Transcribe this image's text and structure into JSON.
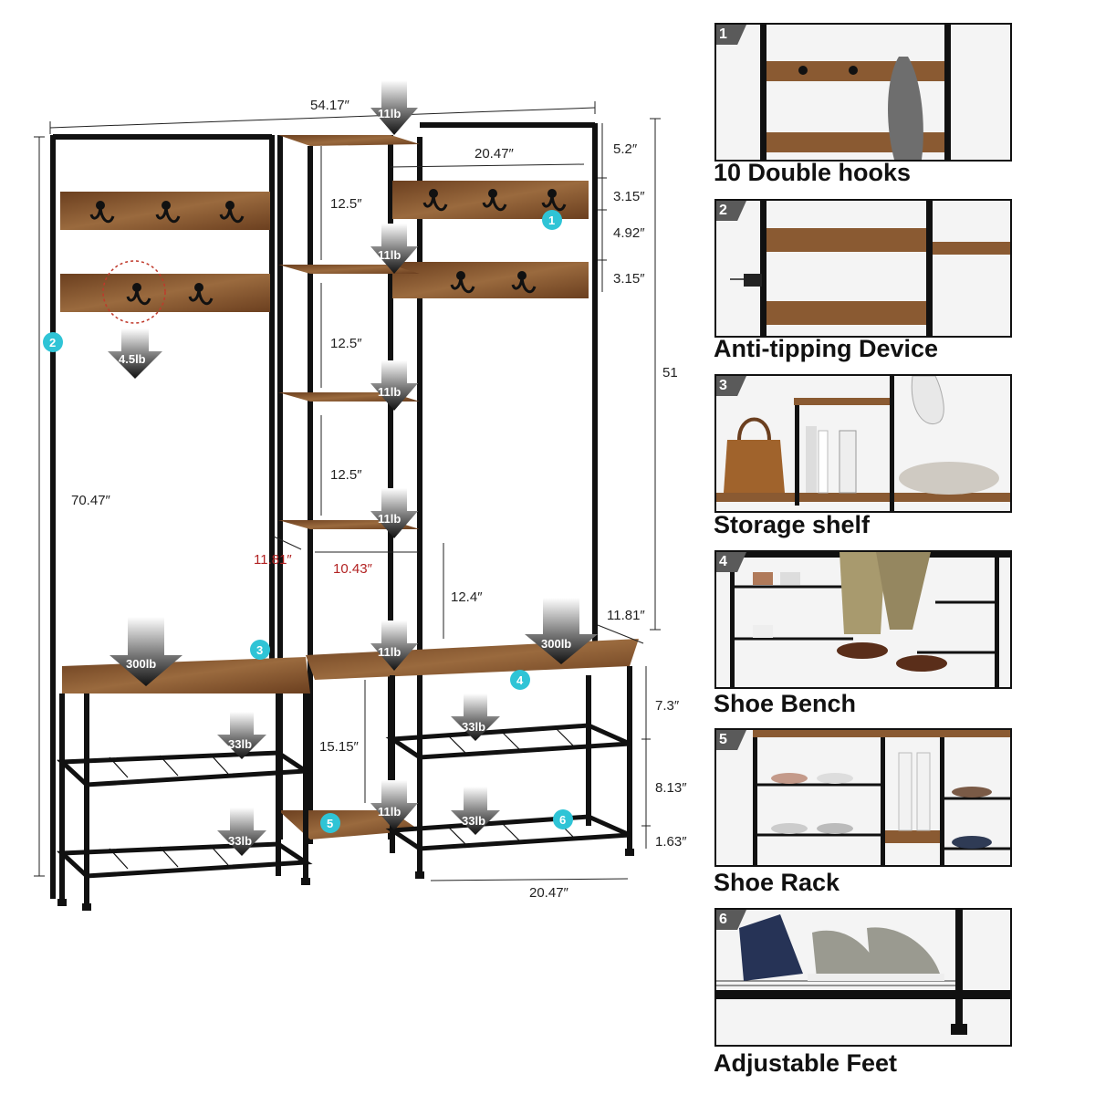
{
  "dimensions": {
    "total_width": "54.17″",
    "total_height": "70.47″",
    "right_height": "51",
    "top_gap": "5.2″",
    "hook_rail_1": "3.15″",
    "rail_gap": "4.92″",
    "hook_rail_2": "3.15″",
    "right_width_top": "20.47″",
    "right_width_bottom": "20.47″",
    "shelf_gap_1": "12.5″",
    "shelf_gap_2": "12.5″",
    "shelf_gap_3": "12.5″",
    "shelf_gap_4": "12.4″",
    "shelf_gap_5": "15.15″",
    "shelf_depth": "11.81″",
    "shelf_width": "10.43″",
    "bench_depth": "11.81″",
    "rack_h1": "7.3″",
    "rack_h2": "8.13″",
    "rack_h3": "1.63″"
  },
  "loads": {
    "shelf_top": "11lb",
    "shelf_2": "11lb",
    "shelf_3": "11lb",
    "shelf_4": "11lb",
    "shelf_5": "11lb",
    "shelf_bottom": "11lb",
    "hook": "4.5lb",
    "bench_left": "300lb",
    "bench_right": "300lb",
    "rack_left_1": "33lb",
    "rack_left_2": "33lb",
    "rack_right_1": "33lb",
    "rack_right_2": "33lb"
  },
  "badges": [
    "1",
    "2",
    "3",
    "4",
    "5",
    "6"
  ],
  "features": [
    {
      "num": "1",
      "caption": "10 Double hooks"
    },
    {
      "num": "2",
      "caption": "Anti-tipping Device"
    },
    {
      "num": "3",
      "caption": "Storage shelf"
    },
    {
      "num": "4",
      "caption": "Shoe Bench"
    },
    {
      "num": "5",
      "caption": "Shoe Rack"
    },
    {
      "num": "6",
      "caption": "Adjustable Feet"
    }
  ],
  "colors": {
    "frame": "#111111",
    "wood": "#7a4b28",
    "wood_light": "#9a6a3e",
    "badge": "#2fc4d6",
    "arrow": "#1a1a1a",
    "highlight": "#c0392b"
  },
  "icons": [
    "down-arrow-load-icon",
    "double-hook-icon",
    "dimension-line-icon"
  ]
}
